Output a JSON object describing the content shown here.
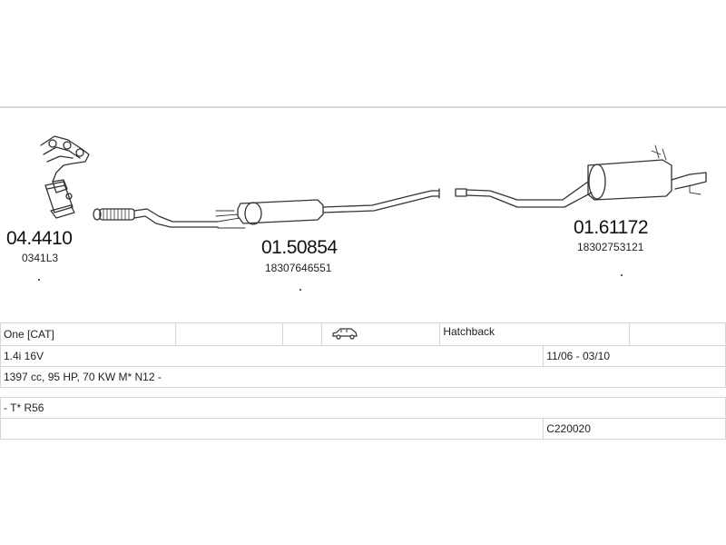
{
  "parts": [
    {
      "number": "04.4410",
      "ref": "0341L3"
    },
    {
      "number": "01.50854",
      "ref": "18307646551"
    },
    {
      "number": "01.61172",
      "ref": "18302753121"
    }
  ],
  "vehicle": {
    "model": "One  [CAT]",
    "body_icon": "car-icon",
    "body": "Hatchback",
    "engine": "1.4i 16V",
    "dates": "11/06 - 03/10",
    "specs": "1397 cc, 95 HP, 70 KW M* N12 -",
    "chassis": "- T* R56",
    "code": "C220020"
  }
}
